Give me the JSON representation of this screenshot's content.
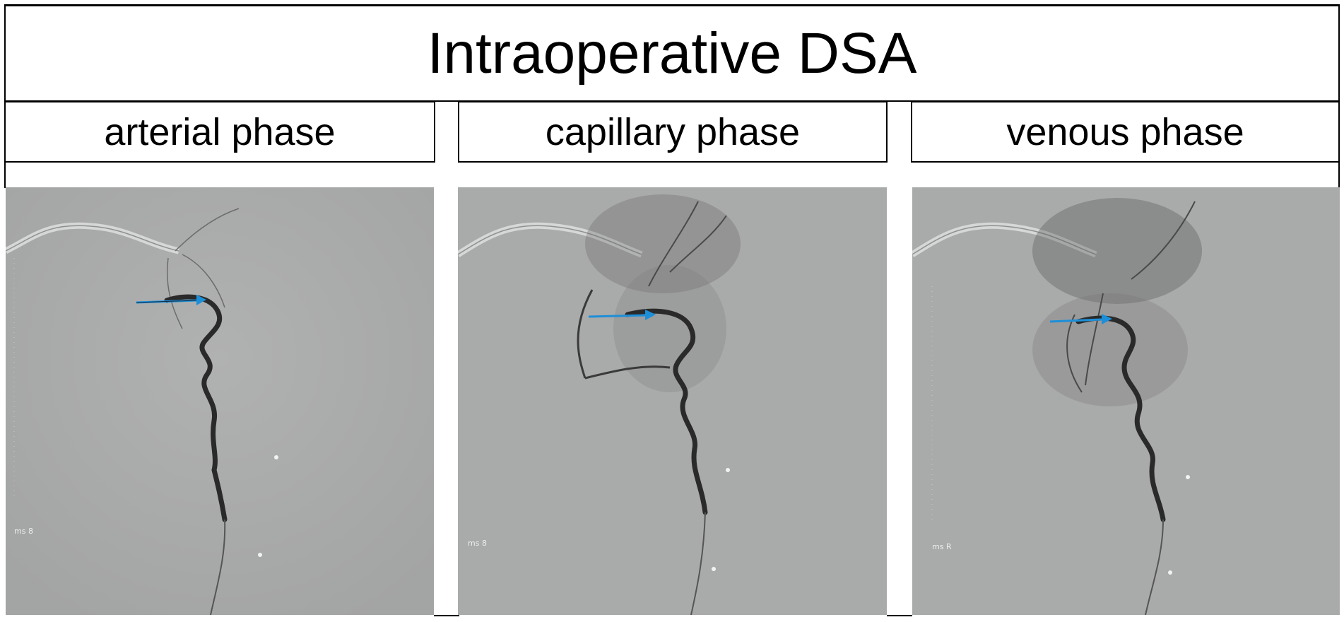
{
  "title": "Intraoperative DSA",
  "phases": [
    {
      "label": "arterial phase",
      "marker": "ms 8"
    },
    {
      "label": "capillary phase",
      "marker": "ms 8"
    },
    {
      "label": "venous phase",
      "marker": "ms R"
    }
  ],
  "colors": {
    "background": "#a9aaaa",
    "vessel": "#2a2a2a",
    "arrow": "#1d8fd8"
  },
  "icons": [
    "arrow-right-icon"
  ]
}
